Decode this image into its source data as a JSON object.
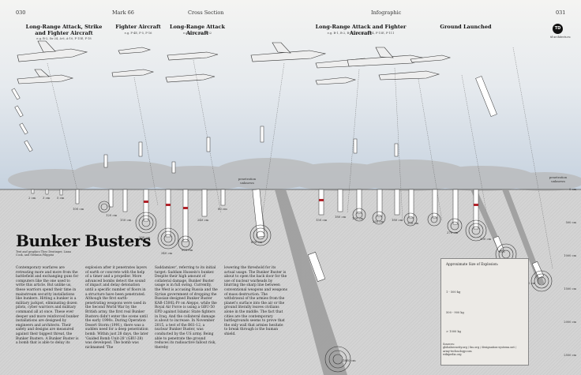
{
  "header": {
    "page_left": "030",
    "section": "Mark 66",
    "title": "Cross Section",
    "kind": "Infographic",
    "page_right": "031"
  },
  "categories": [
    {
      "title": "Long-Range Attack, Strike and Fighter Aircraft",
      "sub": "e.g. B-2, Su-24, A-6, A-10, F-15E, F-18"
    },
    {
      "title": "Fighter Aircraft",
      "sub": "e.g. F-4E, F-5, F-16"
    },
    {
      "title": "Long-Range Attack Aircraft",
      "sub": "e.g. B-1B, B-2, B-52"
    },
    {
      "title": "Long-Range Attack and Fighter Aircraft",
      "sub": "e.g. B-1, B-2, B-52, Su-24, Su-34, F-15E, F-111"
    },
    {
      "title": "Ground Launched",
      "sub": ""
    }
  ],
  "labels": {
    "penetration": "penetration unknown",
    "depth_unknown": "penetration unknown",
    "zero": "0 cm"
  },
  "depths": [
    "2 cm",
    "3 cm",
    "5 cm",
    "100 cm",
    "120 cm",
    "150 cm",
    "200 cm",
    "340 cm",
    "370 cm",
    "240 cm",
    "80 cm",
    "600 cm",
    "150 cm",
    "180 cm",
    "130 cm",
    "250 cm",
    "180 cm",
    "200 cm",
    "270 cm",
    "300 cm",
    "600 cm",
    "1800 cm"
  ],
  "scale": [
    "0 cm",
    "500 cm",
    "1000 cm",
    "1500 cm",
    "2000 cm",
    "2500 cm"
  ],
  "title": "Bunker Busters",
  "credits": "Text and graphics Theo Deutinger, Liana Cook, and Stefania Filippini",
  "columns": [
    "Contemporary warfares are retreating more and more from the battlefield and exchanging guns for computers like the one used to write this article. But unlike us, these warriors spend their time in mainstream security installations like bunkers. Hitting a bunker is a military jackpot, eliminating dozen pilots, cyber warriors and military command all at once. These ever deeper and more reinforced bunker installations are designed by engineers and architects. Their safety and designs are measured against their biggest threat, the Bunker Busters. A Bunker Buster is a bomb that is able to delay its",
    "explosion after it penetrates layers of earth or concrete with the help of a timer and a propeller. More advanced bombs detect the sound of impact and delay detonation until a specific number of floors in a structure have been penetrated. Although the first earth-penetrating weapons were used in the Second World War by the British army, the first real Bunker Busters didn't enter the scene until the early 1990s. During Operation Desert Storm (1991), there was a sudden need for a deep penetration bomb. Within just 28 days, the later 'Guided Bomb Unit-28' (GBU-28) was developed. The bomb was nicknamed 'The",
    "Saddamizer', referring to its initial target: Saddam Hussein's bunker. Despite their high amount of collateral damage, Bunker Buster usage is in full swing. Currently, the West is accusing Russia and the Syrian government of dropping the Russian-designed Bunker Buster KAB-1500L-Pr on Aleppo, while the Royal Air Force is using a GBU-50 EPD against Islamic State fighters in Iraq. And the collateral damage is about to increase. In November 2015, a test of the B61-12, a nuclear Bunker Buster, was conducted by the US army. Being able to penetrate the ground reduces its radioactive fallout risk, thereby",
    "lowering the threshold for its actual usage. The Bunker Buster is about to open the back door for the use of nuclear warheads by blurring the sharp line between conventional weapons and weapons of mass destruction. The withdrawal of the armies from the planet's surface into the air or the ground literally leaves civilians alone in the middle. The fact that cities are the contemporary battlegrounds seems to prove that the only wall that armies hesitate to break through is the human shield."
  ],
  "explosion": {
    "title": "Approximate Size of Explosion:",
    "items": [
      "1 - 500 kg",
      "500 - 900 kg",
      "> 1000 kg"
    ]
  },
  "sources": "Sources:\nglobalsecurity.org / fas.org / designation-systems.net / army-technology.com\nwikipedia.org",
  "logo": {
    "mark": "TD",
    "caption": "td-architects.eu"
  },
  "colors": {
    "sky": "#c6d2df",
    "ground": "#d4d4d4",
    "crater": "#888888",
    "accent": "#b0232a"
  }
}
